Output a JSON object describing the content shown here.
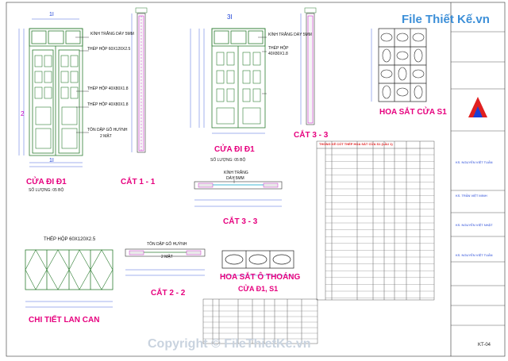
{
  "watermark_brand": "File Thiết Kế.vn",
  "copyright": "Copyright © FileThietKe.vn",
  "colors": {
    "title": "#e6007e",
    "green": "#2e7d32",
    "magenta": "#c800c8",
    "blue": "#1a3fd6",
    "cyan": "#00a0c8",
    "red": "#e02020"
  },
  "views": {
    "door_d1_front": {
      "title": "CỬA ĐI Đ1",
      "subtitle": "SỐ LƯỢNG: 05 BỘ",
      "marker": "1I",
      "side_mark": "2"
    },
    "section_1_1": {
      "title": "CẮT 1 - 1"
    },
    "door_d1_back": {
      "title": "CỬA ĐI Đ1",
      "subtitle": "SỐ LƯỢNG: 05 BỘ",
      "marker": "3I"
    },
    "section_3_3_top": {
      "title": "CẮT 3 - 3"
    },
    "grill_s1": {
      "title": "HOA SẮT CỬA S1"
    },
    "section_3_3_mid": {
      "title": "CẮT 3 - 3"
    },
    "section_2_2": {
      "title": "CẮT 2 - 2"
    },
    "railing": {
      "title": "CHI TIẾT LAN CAN"
    },
    "grill_vent": {
      "title": "HOA SẮT Ô THOÁNG",
      "subtitle": "CỬA Đ1, S1"
    }
  },
  "annotations": {
    "glass_5mm": "KÍNH TRẮNG DÀY 5MM",
    "glass_5mm_b": "KÍNH TRẮNG DÀY 5MM",
    "tube_60x120": "THÉP HỘP 60X120X2.5",
    "tube_40x80": "THÉP HỘP 40X80X1.8",
    "tube_40x80_b": "THÉP HỘP 40X80X1.8",
    "plate_2sides": "TÔN DẬP GỖ HUỲNH",
    "plate_2sides_b": "2 MẶT",
    "tube_40x80_c": "THÉP HỘP",
    "tube_40x80_d": "40X80X1.8",
    "glass_mid": "KÍNH TRẮNG",
    "glass_mid_b": "DÀY 5MM",
    "plate_mid": "TÔN DẬP GỖ HUỲNH",
    "plate_mid_b": "2 MẶT",
    "tube_railing": "THÉP HỘP 60X120X2.5"
  },
  "table": {
    "title": "THỐNG KÊ CỐT THÉP HOA SẮT CỬA S1 (LẦU 1)"
  },
  "title_block": {
    "signers": [
      "KS. NGUYỄN VIỆT TUẤN",
      "KS. TRẦN VIỆT MINH",
      "KS. NGUYỄN VIỆT NHẬT",
      "KS. NGUYỄN VIỆT TUẤN"
    ],
    "sheet_no": "KT-04"
  }
}
